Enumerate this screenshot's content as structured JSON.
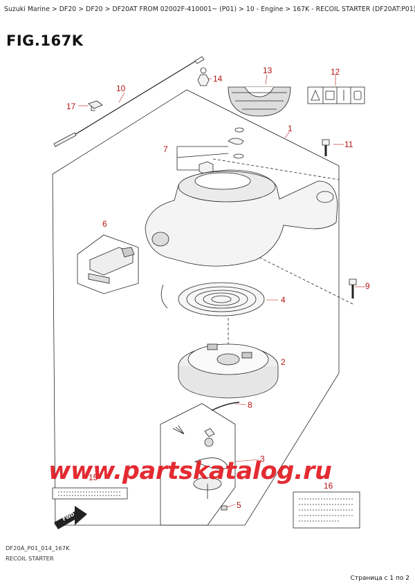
{
  "breadcrumb": "Suzuki Marine > DF20 > DF20 > DF20AT FROM 02002F-410001~ (P01) > 10 - Engine > 167K - RECOIL STARTER (DF20AT:P01)",
  "figure_title": "FIG.167K",
  "callouts": {
    "c1": "1",
    "c2": "2",
    "c3": "3",
    "c4": "4",
    "c5": "5",
    "c6": "6",
    "c7": "7",
    "c8": "8",
    "c9": "9",
    "c10": "10",
    "c11": "11",
    "c12": "12",
    "c13": "13",
    "c14": "14",
    "c15": "15",
    "c16": "16",
    "c17": "17"
  },
  "fwd_label": "FWD",
  "watermark": "www.partskatalog.ru",
  "footer": {
    "code": "DF20A_P01_014_167K",
    "name": "RECOIL STARTER",
    "page_indicator": "Страница с 1 по 2"
  },
  "colors": {
    "callout": "#b51212",
    "watermark": "#e0161c",
    "line": "#222222"
  }
}
